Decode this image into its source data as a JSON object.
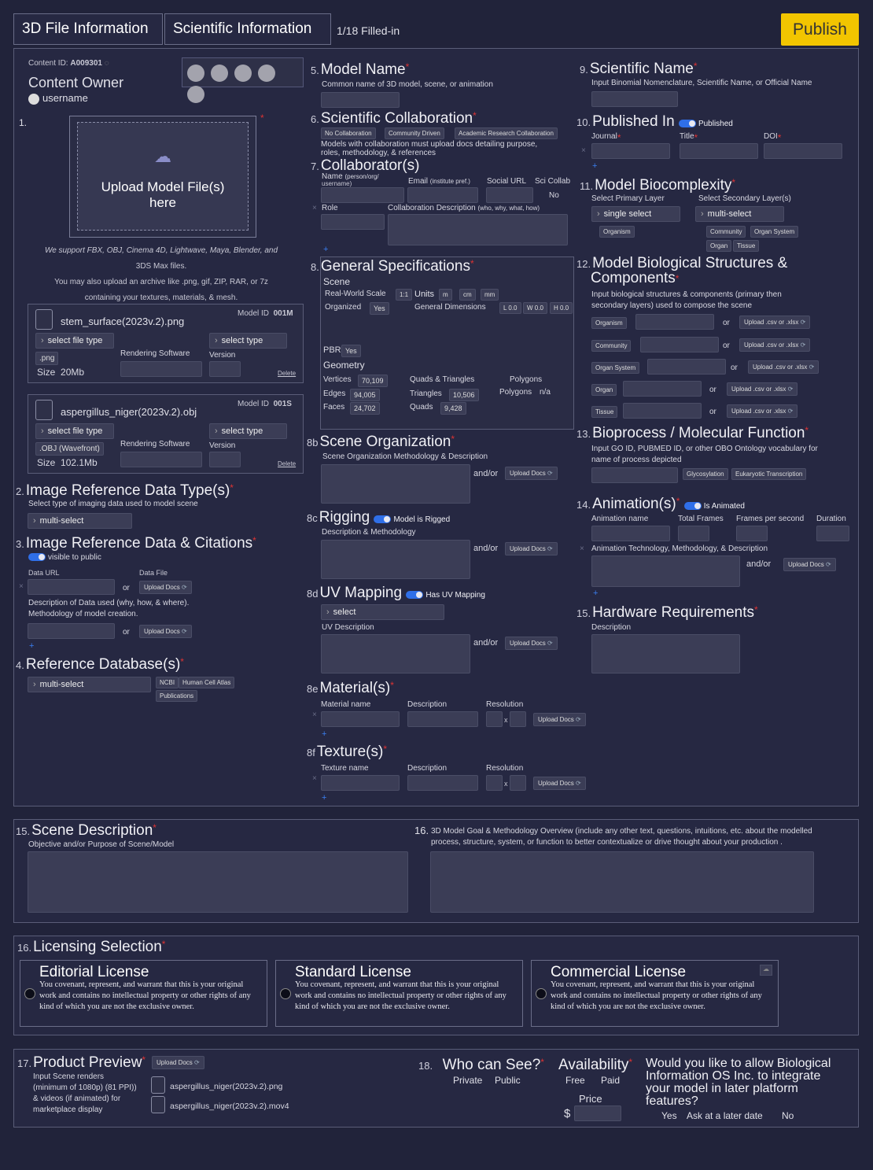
{
  "tabs": {
    "file_info": "3D File Information",
    "sci_info": "Scientific Information",
    "filled": "1/18 Filled-in"
  },
  "publish": "Publish",
  "content": {
    "id_label": "Content ID:",
    "id_value": "A009301",
    "owner_label": "Content Owner",
    "username": "username"
  },
  "upload": {
    "num": "1.",
    "label_1": "Upload Model File(s)",
    "label_2": "here",
    "support_1": "We support FBX, OBJ, Cinema 4D, Lightwave, Maya, Blender, and",
    "support_2": "3DS Max  files.",
    "support_3": "You may also upload an archive like .png, gif, ZIP, RAR, or 7z",
    "support_4": "containing your textures, materials, & mesh."
  },
  "files": [
    {
      "name": "stem_surface(2023v.2).png",
      "model_id_label": "Model ID",
      "model_id": "001M",
      "type_select": "select file type",
      "ext": ".png",
      "size_label": "Size",
      "size": "20Mb",
      "render_label": "Rendering Software",
      "version_label": "Version",
      "version_select": "select type",
      "delete": "Delete"
    },
    {
      "name": "aspergillus_niger(2023v.2).obj",
      "model_id_label": "Model ID",
      "model_id": "001S",
      "type_select": "select file type",
      "ext": ".OBJ (Wavefront)",
      "size_label": "Size",
      "size": "102.1Mb",
      "render_label": "Rendering Software",
      "version_label": "Version",
      "version_select": "select type",
      "delete": "Delete"
    }
  ],
  "s2": {
    "num": "2.",
    "title": "Image Reference Data Type(s)",
    "sub": "Select type of imaging data used to model scene",
    "select": "multi-select"
  },
  "s3": {
    "num": "3.",
    "title": "Image Reference Data & Citations",
    "toggle": "visible to public",
    "data_url": "Data URL",
    "data_file": "Data File",
    "or": "or",
    "upload": "Upload Docs",
    "desc_1": "Description of Data used (why, how, & where).",
    "desc_2": "Methodology of model creation."
  },
  "s4": {
    "num": "4.",
    "title": "Reference Database(s)",
    "select": "multi-select",
    "chips": [
      "NCBI",
      "Human Cell Atlas",
      "Publications"
    ]
  },
  "s5": {
    "num": "5.",
    "title": "Model Name",
    "sub": "Common name of 3D model, scene, or animation"
  },
  "s6": {
    "num": "6.",
    "title": "Scientific Collaboration",
    "chips": [
      "No Collaboration",
      "Community Driven",
      "Academic Research Collaboration"
    ],
    "note_1": "Models with collaboration must upload docs detailing purpose,",
    "note_2": "roles, methodology, & references"
  },
  "s7": {
    "num": "7.",
    "title": "Collaborator(s)",
    "name_1": "Name",
    "name_2": "(person/org/",
    "name_3": "username)",
    "email": "Email",
    "email_sub": "(institute pref.)",
    "social": "Social URL",
    "scicollab": "Sci Collab",
    "no": "No",
    "role": "Role",
    "collab_desc": "Collaboration Description",
    "collab_desc_sub": "(who, why, what, how)"
  },
  "s8": {
    "num": "8.",
    "title": "General Specifications",
    "scene": "Scene",
    "rws": "Real-World Scale",
    "rws_v": "1:1",
    "units": "Units",
    "u_m": "m",
    "u_cm": "cm",
    "u_mm": "mm",
    "organized": "Organized",
    "org_v": "Yes",
    "gendim": "General Dimensions",
    "l": "L 0.0",
    "w": "W 0.0",
    "hh": "H 0.0",
    "pbr": "PBR",
    "pbr_v": "Yes",
    "geometry": "Geometry",
    "vertices": "Vertices",
    "vertices_v": "70,109",
    "edges": "Edges",
    "edges_v": "94,005",
    "faces": "Faces",
    "faces_v": "24,702",
    "qt": "Quads & Triangles",
    "tri": "Triangles",
    "tri_v": "10,506",
    "quads": "Quads",
    "quads_v": "9,428",
    "poly_h": "Polygons",
    "poly": "Polygons",
    "poly_v": "n/a"
  },
  "s8b": {
    "num": "8b",
    "title": "Scene Organization",
    "sub": "Scene Organization Methodology & Description",
    "andor": "and/or",
    "upload": "Upload Docs"
  },
  "s8c": {
    "num": "8c",
    "title": "Rigging",
    "toggle": "Model is Rigged",
    "sub": "Description & Methodology",
    "andor": "and/or",
    "upload": "Upload Docs"
  },
  "s8d": {
    "num": "8d",
    "title": "UV Mapping",
    "toggle": "Has UV Mapping",
    "select": "select",
    "sub": "UV Description",
    "andor": "and/or",
    "upload": "Upload Docs"
  },
  "s8e": {
    "num": "8e",
    "title": "Material(s)",
    "c1": "Material name",
    "c2": "Description",
    "c3": "Resolution",
    "x": "x",
    "upload": "Upload Docs"
  },
  "s8f": {
    "num": "8f",
    "title": "Texture(s)",
    "c1": "Texture name",
    "c2": "Description",
    "c3": "Resolution",
    "x": "x",
    "upload": "Upload Docs"
  },
  "s9": {
    "num": "9.",
    "title": "Scientific Name",
    "sub": "Input Binomial Nomenclature, Scientific Name, or Official Name"
  },
  "s10": {
    "num": "10.",
    "title": "Published In",
    "toggle": "Published",
    "journal": "Journal",
    "title_l": "Title",
    "doi": "DOI"
  },
  "s11": {
    "num": "11.",
    "title": "Model Biocomplexity",
    "primary": "Select Primary Layer",
    "secondary": "Select Secondary Layer(s)",
    "p_sel": "single select",
    "s_sel": "multi-select",
    "p_chip": "Organism",
    "s_chips": [
      "Community",
      "Organ System",
      "Organ",
      "Tissue"
    ]
  },
  "s12": {
    "num": "12.",
    "title_1": "Model Biological Structures &",
    "title_2": "Components",
    "sub_1": "Input biological structures & components (primary then",
    "sub_2": "secondary layers) used to compose the scene",
    "rows": [
      "Organism",
      "Community",
      "Organ System",
      "Organ",
      "Tissue"
    ],
    "or": "or",
    "upload": "Upload .csv or .xlsx"
  },
  "s13": {
    "num": "13.",
    "title": "Bioprocess / Molecular Function",
    "sub_1": "Input GO ID, PUBMED ID, or other OBO Ontology vocabulary for",
    "sub_2": "name of process depicted",
    "chips": [
      "Glycosylation",
      "Eukaryotic Transcription"
    ]
  },
  "s14": {
    "num": "14.",
    "title": "Animation(s)",
    "toggle": "Is Animated",
    "c1": "Animation name",
    "c2": "Total Frames",
    "c3": "Frames per second",
    "c4": "Duration",
    "tech": "Animation Technology, Methodology, & Description",
    "andor": "and/or",
    "upload": "Upload Docs"
  },
  "s15hw": {
    "num": "15.",
    "title": "Hardware Requirements",
    "sub": "Description"
  },
  "s15": {
    "num": "15.",
    "title": "Scene Description",
    "sub": "Objective and/or Purpose of Scene/Model"
  },
  "s16g": {
    "num": "16.",
    "text_1": "3D Model Goal & Methodology Overview  (include any other text, questions, intuitions, etc. about the modelled",
    "text_2": "process, structure, system, or  function to better contextualize or drive thought about your production ."
  },
  "s16": {
    "num": "16.",
    "title": "Licensing Selection",
    "licenses": [
      {
        "title": "Editorial License",
        "body": "You covenant, represent, and warrant that this is your original work and contains no intellectual property or other rights of any kind of which you are not the exclusive owner."
      },
      {
        "title": "Standard License",
        "body": "You covenant, represent, and warrant that this is your original work and contains no intellectual property or other rights of any kind of which you are not the exclusive owner."
      },
      {
        "title": "Commercial License",
        "body": "You covenant, represent, and warrant that this is your original work and contains no intellectual property or other rights of any kind of which you are not the exclusive owner."
      }
    ]
  },
  "s17": {
    "num": "17.",
    "title": "Product Preview",
    "upload": "Upload Docs",
    "desc_1": "Input Scene renders",
    "desc_2": "(minimum of 1080p) (81 PPI))",
    "desc_3": "& videos (if animated) for",
    "desc_4": "marketplace display",
    "files": [
      "aspergillus_niger(2023v.2).png",
      "aspergillus_niger(2023v.2).mov4"
    ]
  },
  "s18": {
    "num": "18.",
    "title": "Who can See?",
    "private": "Private",
    "public": "Public"
  },
  "avail": {
    "title": "Availability",
    "free": "Free",
    "paid": "Paid",
    "price": "Price",
    "dollar": "$"
  },
  "integrate": {
    "q_1": "Would you like to allow Biological",
    "q_2": "Information OS Inc. to integrate",
    "q_3": "your model in later platform",
    "q_4": "features?",
    "yes": "Yes",
    "later": "Ask at a later date",
    "no": "No"
  }
}
